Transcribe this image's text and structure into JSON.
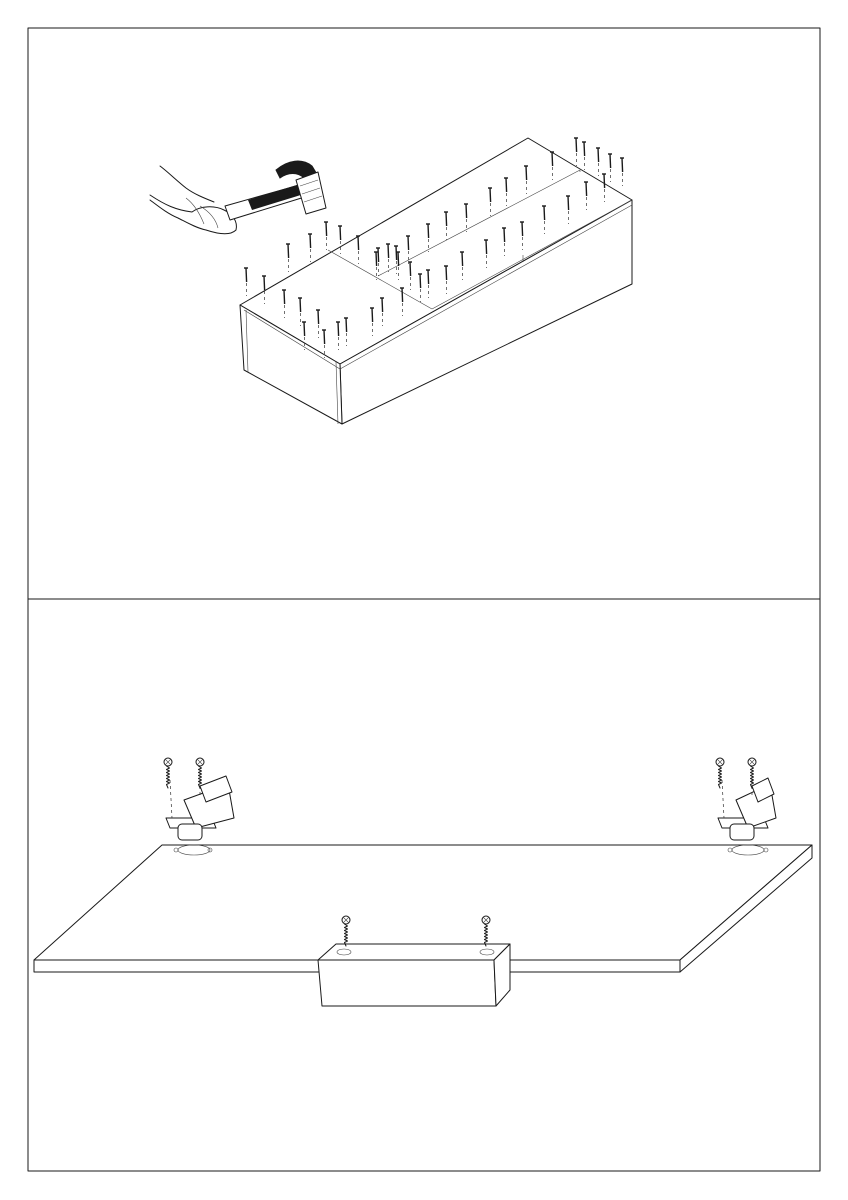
{
  "document": {
    "panel_count": 2,
    "line_color": "#1a1a1a",
    "background": "#ffffff"
  },
  "panels": [
    {
      "name": "step-nail-back-panel",
      "icons": [
        "hand-icon",
        "hammer-icon",
        "nail-icon"
      ],
      "fastener": "nail"
    },
    {
      "name": "step-attach-hinges",
      "icons": [
        "hinge-icon",
        "screw-icon",
        "handle-icon"
      ],
      "fastener": "screw"
    }
  ]
}
